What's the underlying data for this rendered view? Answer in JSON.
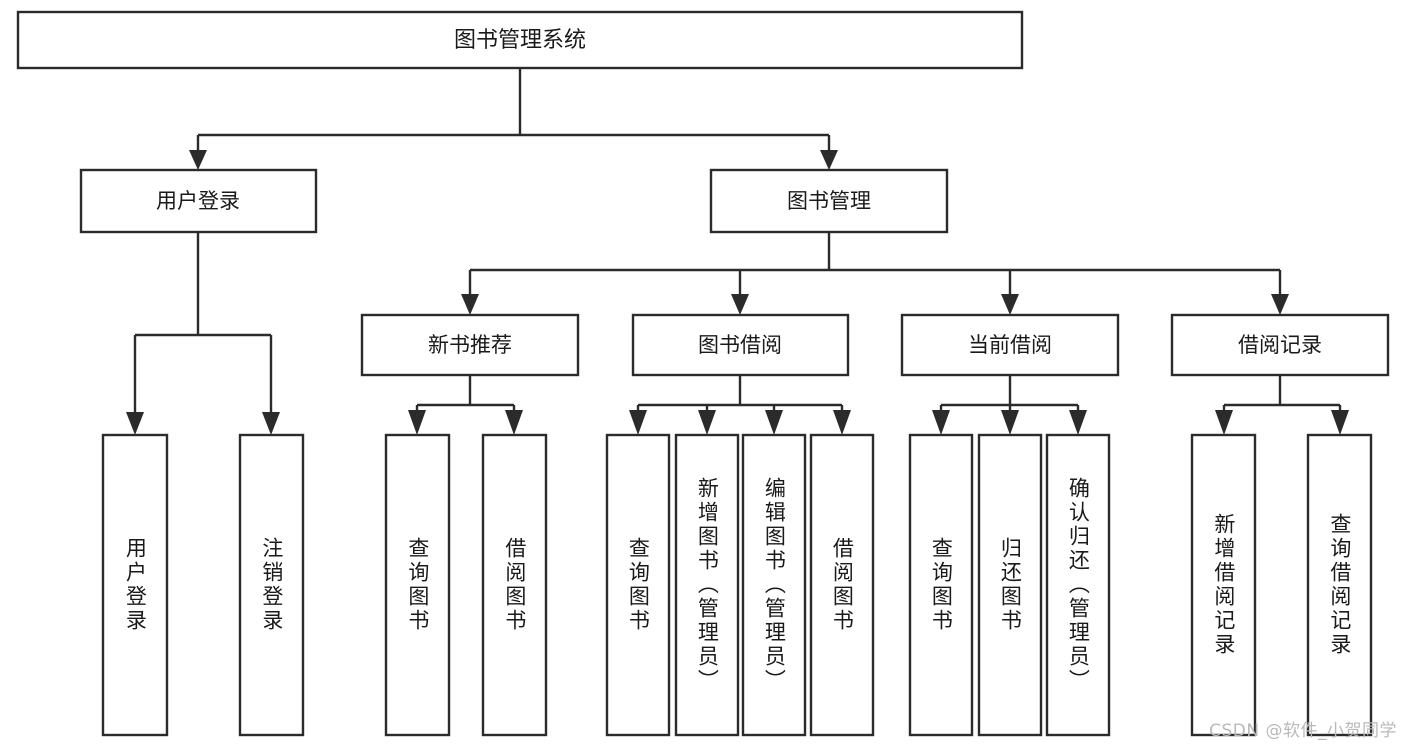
{
  "diagram": {
    "kind": "tree-hierarchy-chart",
    "title": "图书管理系统",
    "watermark": "CSDN @软件_小贺同学",
    "colors": {
      "box_stroke": "#2b2b2b",
      "box_fill": "#ffffff",
      "text": "#1a1a1a",
      "connector": "#2b2b2b",
      "background": "#ffffff",
      "watermark": "#b9b9b9"
    },
    "root": {
      "label": "图书管理系统"
    },
    "level2": [
      {
        "label": "用户登录"
      },
      {
        "label": "图书管理"
      }
    ],
    "level3": [
      {
        "label": "新书推荐"
      },
      {
        "label": "图书借阅"
      },
      {
        "label": "当前借阅"
      },
      {
        "label": "借阅记录"
      }
    ],
    "leaves": {
      "user_login": [
        {
          "label": "用户登录"
        },
        {
          "label": "注销登录"
        }
      ],
      "new_book_recommend": [
        {
          "label": "查询图书"
        },
        {
          "label": "借阅图书"
        }
      ],
      "book_borrow": [
        {
          "label": "查询图书"
        },
        {
          "label": "新增图书（管理员）"
        },
        {
          "label": "编辑图书（管理员）"
        },
        {
          "label": "借阅图书"
        }
      ],
      "current_borrow": [
        {
          "label": "查询图书"
        },
        {
          "label": "归还图书"
        },
        {
          "label": "确认归还（管理员）"
        }
      ],
      "borrow_record": [
        {
          "label": "新增借阅记录"
        },
        {
          "label": "查询借阅记录"
        }
      ]
    }
  }
}
